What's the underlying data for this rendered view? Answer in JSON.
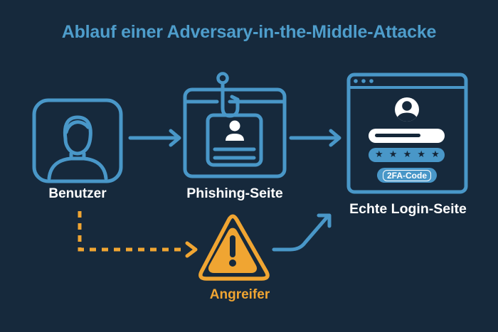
{
  "title": "Ablauf einer Adversary-in-the-Middle-Attacke",
  "colors": {
    "background": "#16293C",
    "blue": "#4997C8",
    "title_blue": "#4E9DCB",
    "orange": "#F0A532",
    "dark_navy": "#142638",
    "white": "#FFFFFF"
  },
  "nodes": {
    "user": {
      "label": "Benutzer"
    },
    "phishing_site": {
      "label": "Phishing-Seite"
    },
    "real_login": {
      "label": "Echte Login-Seite",
      "password_mask": "★ ★ ★ ★ ★",
      "badge": "2FA-Code"
    },
    "attacker": {
      "label": "Angreifer"
    }
  }
}
